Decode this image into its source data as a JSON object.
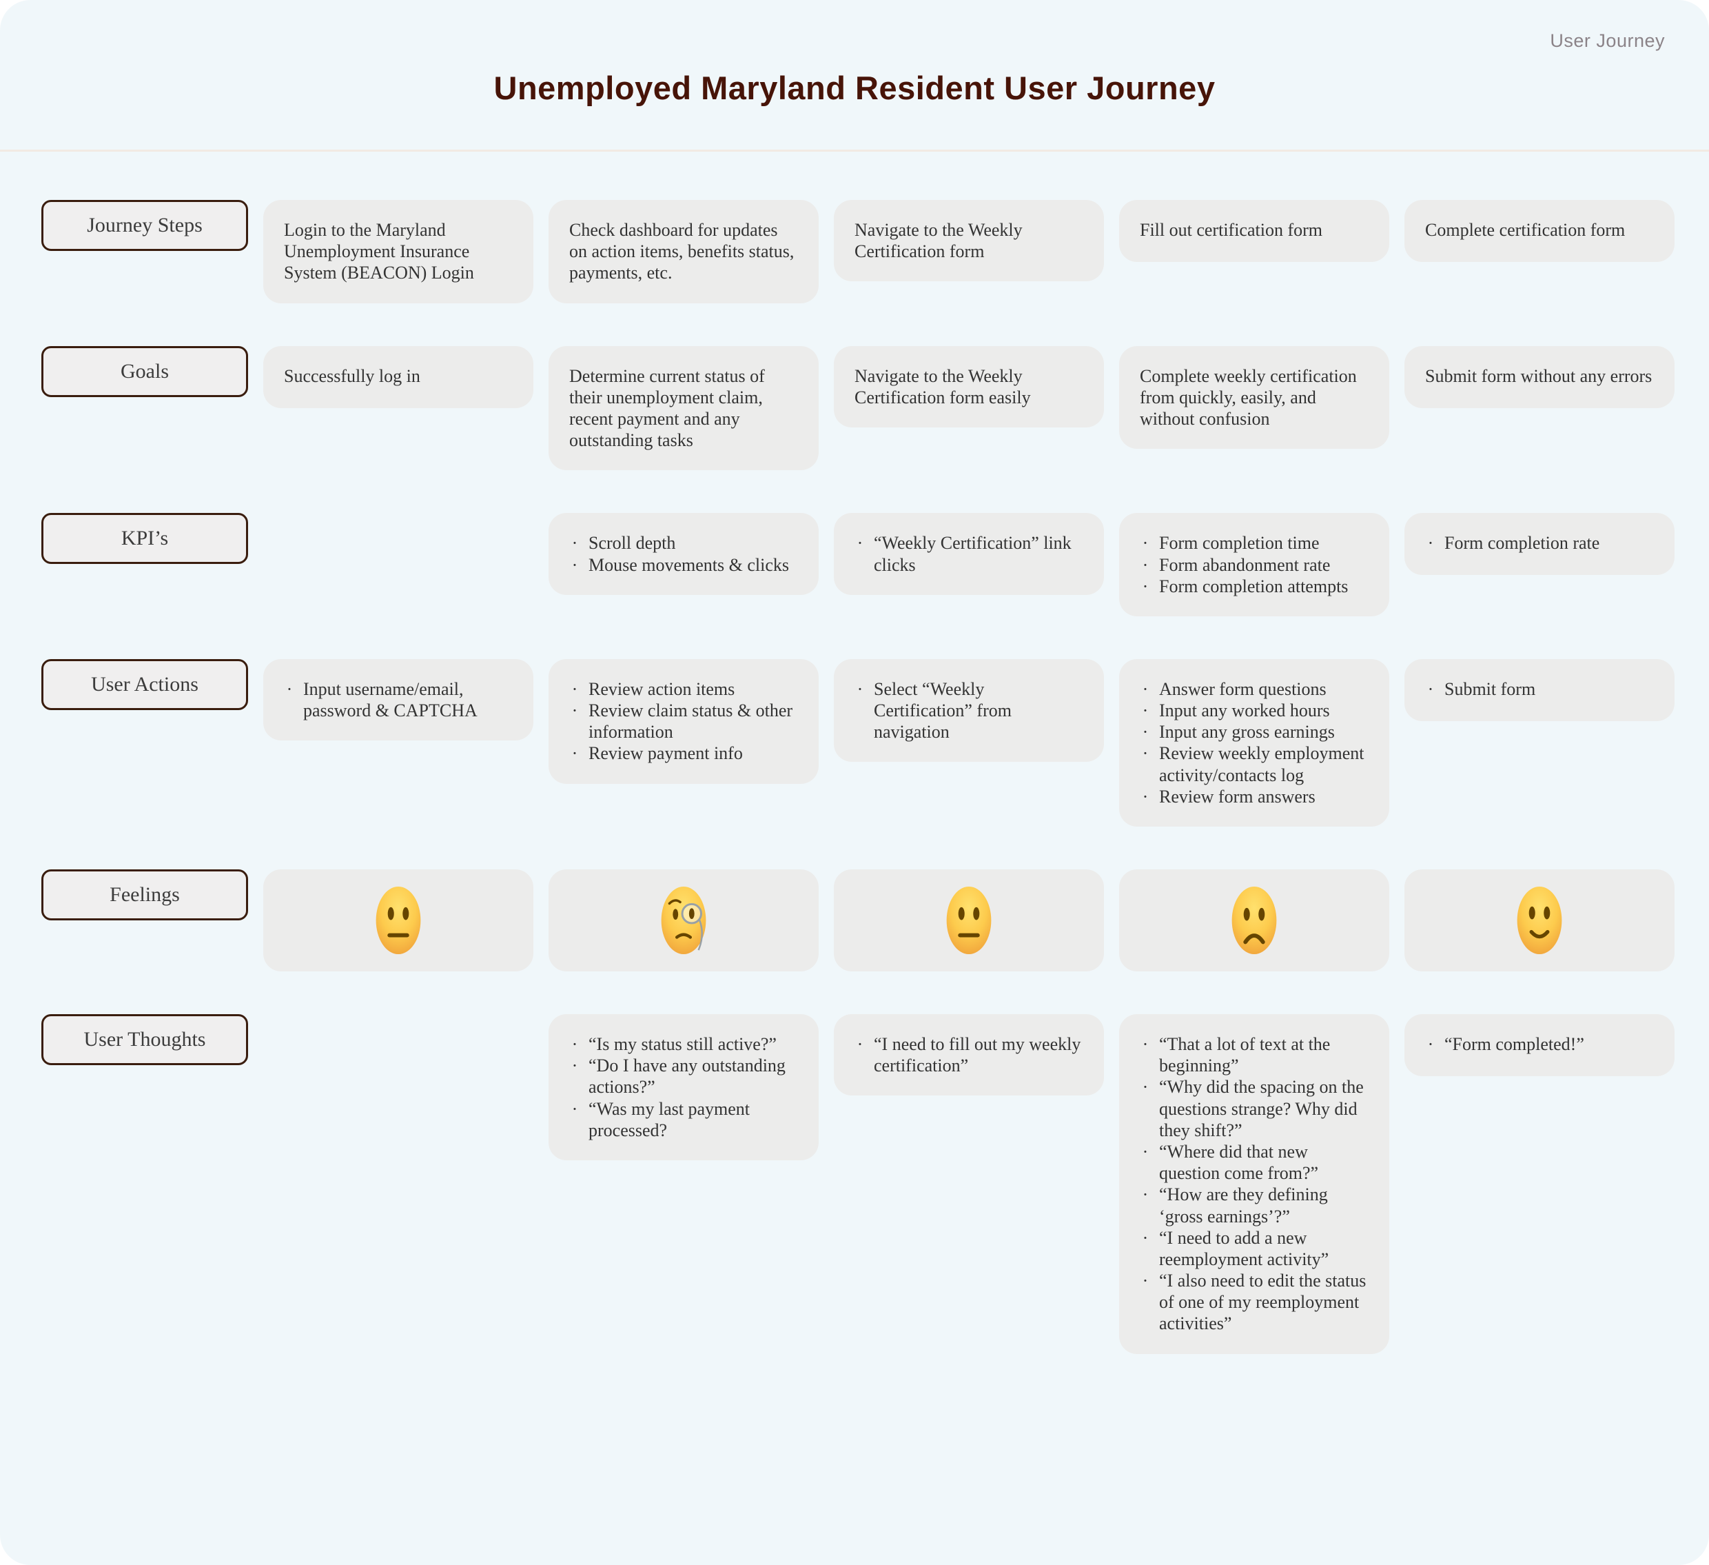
{
  "header": {
    "corner_label": "User Journey",
    "title": "Unemployed Maryland Resident User Journey"
  },
  "colors": {
    "page_background": "#f0f7fa",
    "card_background": "#ececeb",
    "title": "#471408",
    "label_border": "#3a1d0e",
    "emoji_yellow": "#fdcb4d",
    "emoji_brown": "#664500"
  },
  "rows": [
    {
      "label": "Journey Steps",
      "cells": [
        {
          "type": "text",
          "text": "Login to the Maryland Unemployment Insurance System (BEACON) Login"
        },
        {
          "type": "text",
          "text": "Check dashboard for updates on action items, benefits status, payments, etc."
        },
        {
          "type": "text",
          "text": "Navigate to the Weekly Certification form"
        },
        {
          "type": "text",
          "text": "Fill out certification form"
        },
        {
          "type": "text",
          "text": "Complete certification form"
        }
      ]
    },
    {
      "label": "Goals",
      "cells": [
        {
          "type": "text",
          "text": "Successfully log in"
        },
        {
          "type": "text",
          "text": "Determine current status of their unemployment claim, recent payment and any outstanding tasks"
        },
        {
          "type": "text",
          "text": "Navigate to the Weekly Certification form easily"
        },
        {
          "type": "text",
          "text": "Complete weekly certification from quickly, easily, and without confusion"
        },
        {
          "type": "text",
          "text": "Submit form without any errors"
        }
      ]
    },
    {
      "label": "KPI’s",
      "cells": [
        {
          "type": "empty"
        },
        {
          "type": "bullets",
          "items": [
            "Scroll depth",
            "Mouse movements & clicks"
          ]
        },
        {
          "type": "bullets",
          "items": [
            "“Weekly Certification” link clicks"
          ]
        },
        {
          "type": "bullets",
          "items": [
            "Form completion time",
            "Form abandonment rate",
            "Form completion attempts"
          ]
        },
        {
          "type": "bullets",
          "items": [
            "Form completion rate"
          ]
        }
      ]
    },
    {
      "label": "User Actions",
      "cells": [
        {
          "type": "bullets",
          "items": [
            "Input username/email, password & CAPTCHA"
          ]
        },
        {
          "type": "bullets",
          "items": [
            "Review action items",
            "Review claim status & other information",
            "Review payment info"
          ]
        },
        {
          "type": "bullets",
          "items": [
            "Select “Weekly Certification” from navigation"
          ]
        },
        {
          "type": "bullets",
          "items": [
            "Answer form questions",
            "Input any worked hours",
            "Input any gross earnings",
            "Review weekly employment activity/contacts log",
            "Review form answers"
          ]
        },
        {
          "type": "bullets",
          "items": [
            "Submit form"
          ]
        }
      ]
    },
    {
      "label": "Feelings",
      "cells": [
        {
          "type": "emoji",
          "icon": "neutral-face-emoji"
        },
        {
          "type": "emoji",
          "icon": "face-with-monocle-emoji"
        },
        {
          "type": "emoji",
          "icon": "neutral-face-emoji"
        },
        {
          "type": "emoji",
          "icon": "frowning-face-emoji"
        },
        {
          "type": "emoji",
          "icon": "slightly-smiling-face-emoji"
        }
      ]
    },
    {
      "label": "User Thoughts",
      "cells": [
        {
          "type": "empty"
        },
        {
          "type": "bullets",
          "items": [
            "“Is my status still active?”",
            "“Do I have any outstanding actions?”",
            "“Was my last payment processed?"
          ]
        },
        {
          "type": "bullets",
          "items": [
            "“I need to fill out my weekly certification”"
          ]
        },
        {
          "type": "bullets",
          "items": [
            "“That a lot of text at the beginning”",
            "“Why did the spacing on the questions strange? Why did they shift?”",
            "“Where did that new question come from?”",
            "“How are they defining ‘gross earnings’?”",
            "“I need to add a new reemployment activity”",
            "“I also need to edit the status of one of my reemployment activities”"
          ]
        },
        {
          "type": "bullets",
          "items": [
            "“Form completed!”"
          ]
        }
      ]
    }
  ]
}
